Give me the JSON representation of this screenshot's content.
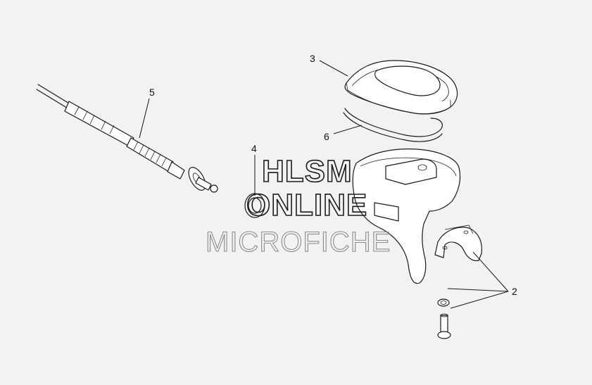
{
  "callouts": {
    "c2": "2",
    "c3": "3",
    "c4": "4",
    "c5": "5",
    "c6": "6"
  },
  "watermark": {
    "line1": "HLSM",
    "line2": "ONLINE",
    "line3": "MICROFICHE"
  },
  "colors": {
    "background": "#f2f2f2",
    "line": "#1a1a1a",
    "watermark_dark": "#1c1c1c",
    "watermark_light": "#8c8c8c"
  }
}
